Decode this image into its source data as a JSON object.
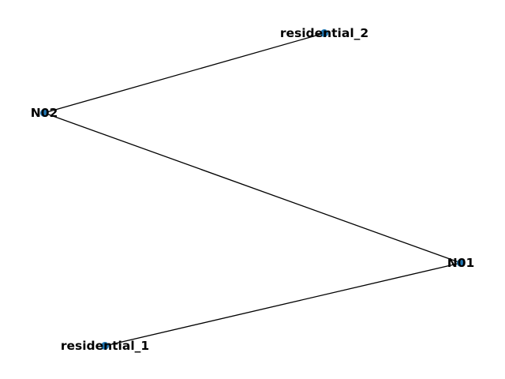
{
  "graph": {
    "node_color": "#1f77b4",
    "edge_color": "#000000",
    "nodes": [
      {
        "id": "residential_2",
        "label": "residential_2"
      },
      {
        "id": "N02",
        "label": "N02"
      },
      {
        "id": "N01",
        "label": "N01"
      },
      {
        "id": "residential_1",
        "label": "residential_1"
      }
    ],
    "edges": [
      {
        "source": "N02",
        "target": "residential_2"
      },
      {
        "source": "N02",
        "target": "N01"
      },
      {
        "source": "N01",
        "target": "residential_1"
      }
    ]
  }
}
